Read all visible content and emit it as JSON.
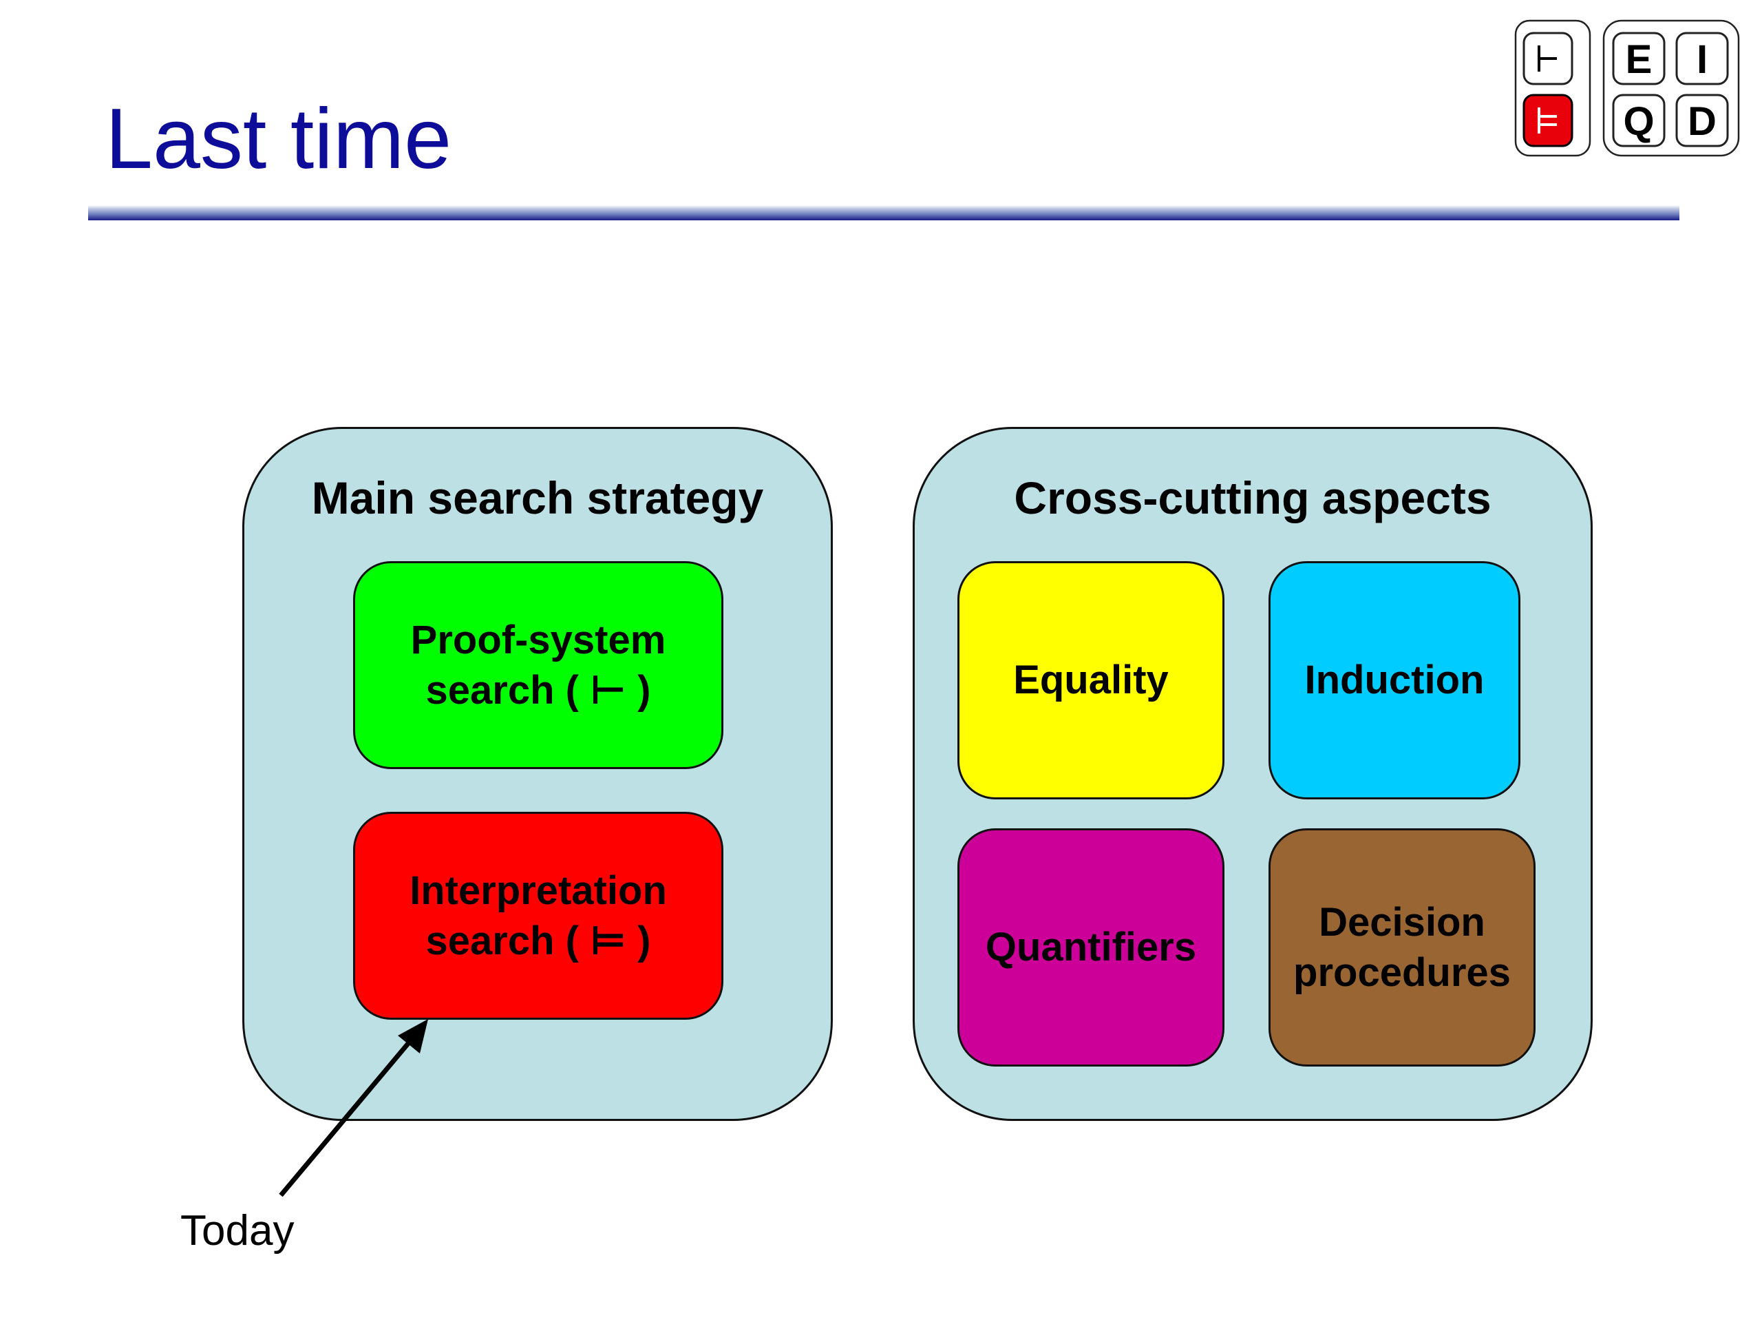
{
  "slide": {
    "title": "Last time",
    "logo": {
      "icons": [
        "turnstile-symbol",
        "double-turnstile-symbol"
      ],
      "letters": [
        "E",
        "I",
        "Q",
        "D"
      ],
      "turnstile": "⊢",
      "models": "⊨"
    }
  },
  "diagram": {
    "main_strategy": {
      "heading": "Main search strategy",
      "proof_box": "Proof-system\nsearch ( ⊢ )",
      "interp_box": "Interpretation\nsearch ( ⊨ )"
    },
    "cross_cutting": {
      "heading": "Cross-cutting aspects",
      "equality": "Equality",
      "induction": "Induction",
      "quantifiers": "Quantifiers",
      "decision": "Decision\nprocedures"
    },
    "callout": "Today",
    "colors": {
      "title": "#0d0d9a",
      "panel": "#bde0e5",
      "proof": "#00ff00",
      "interpretation": "#ff0000",
      "equality": "#ffff00",
      "induction": "#00ccff",
      "quantifiers": "#cc0099",
      "decision": "#996633"
    }
  }
}
